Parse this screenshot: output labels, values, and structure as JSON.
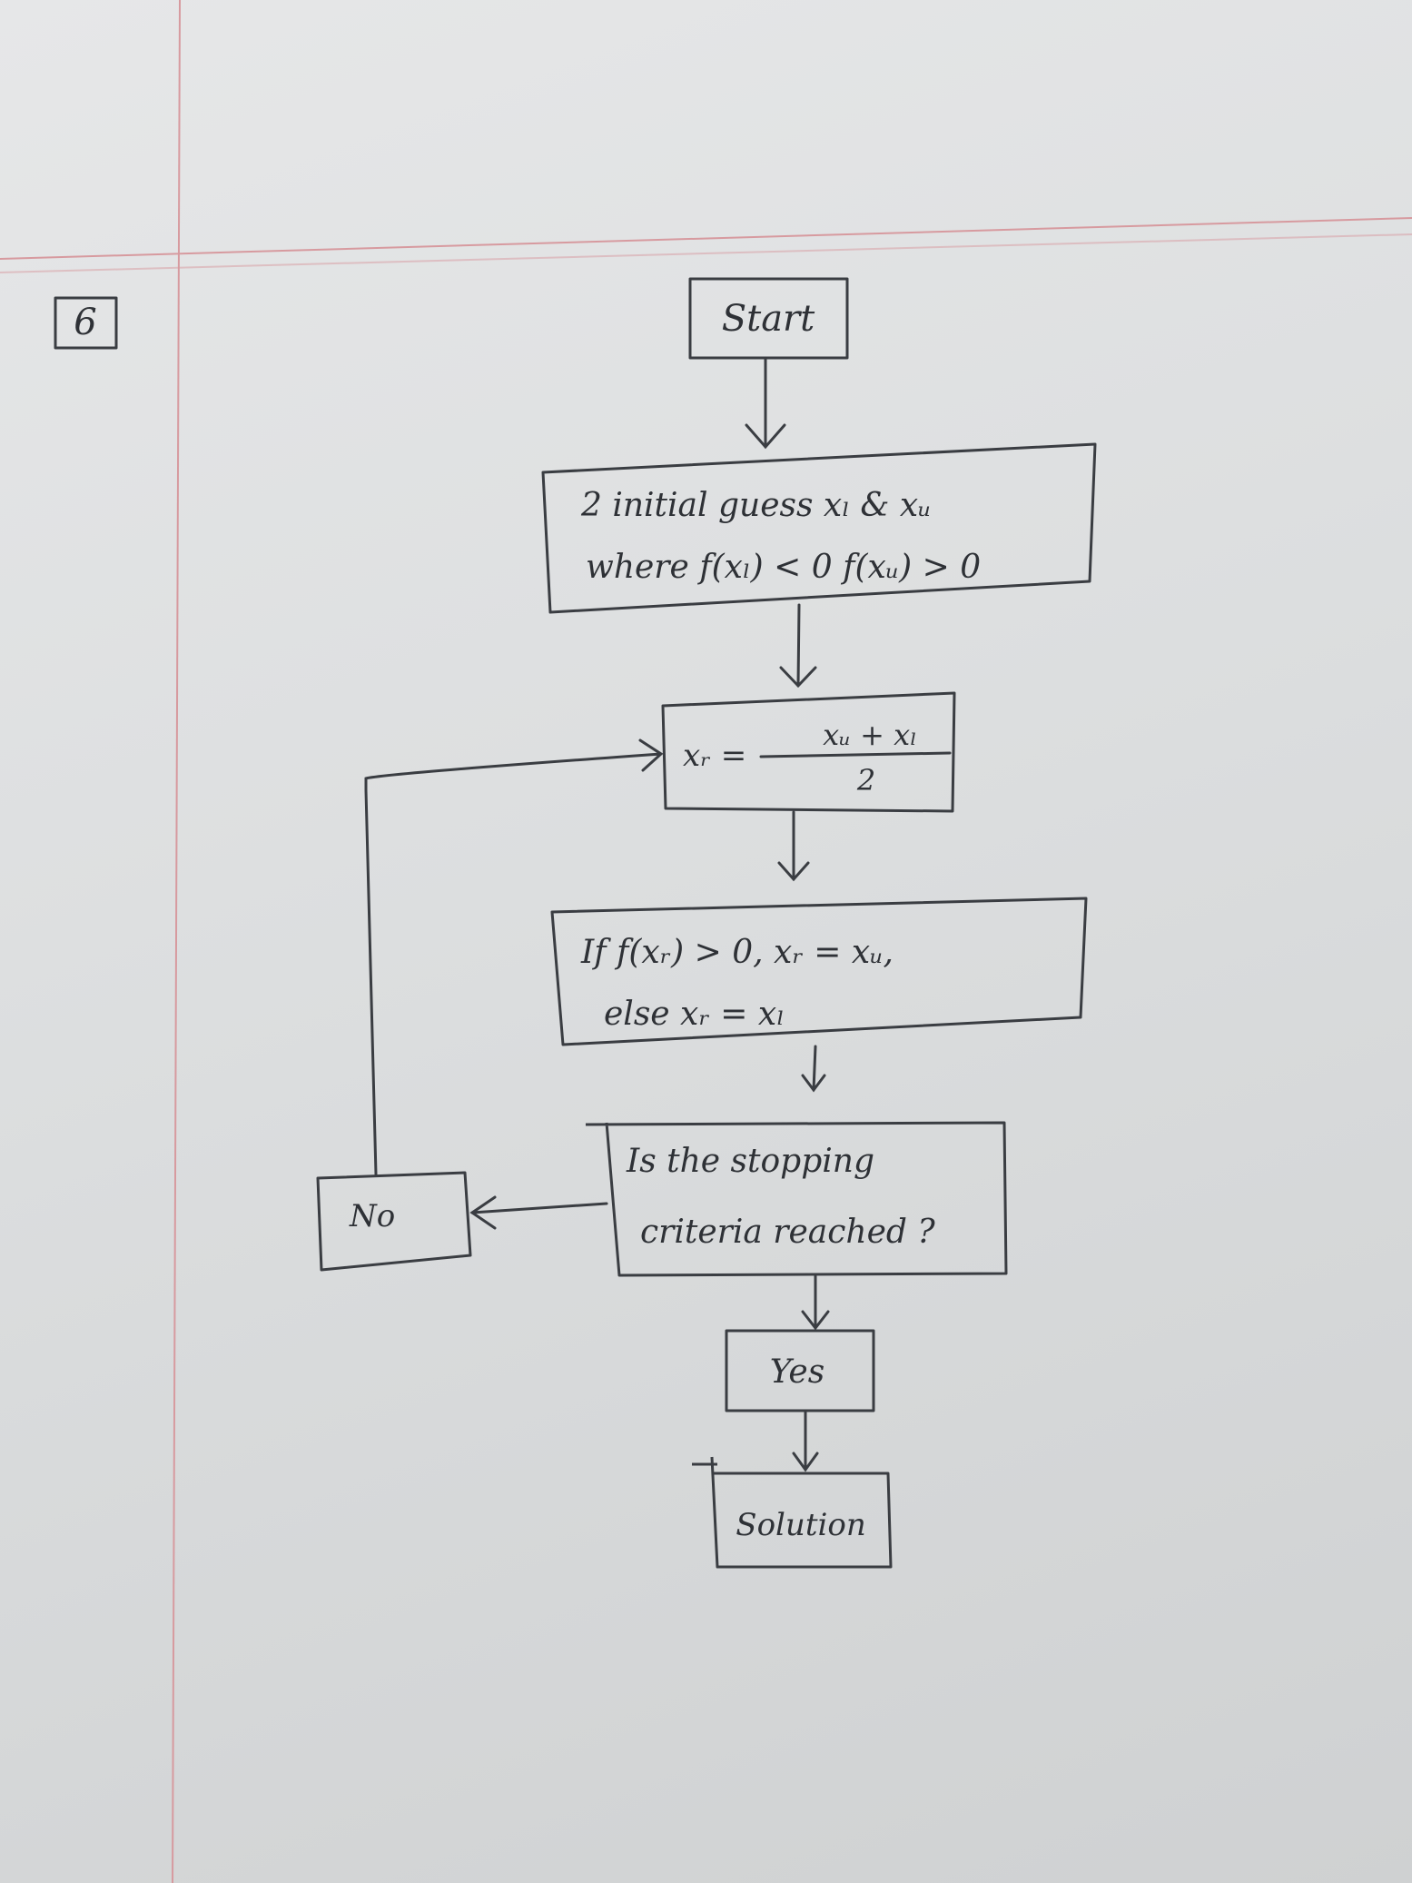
{
  "page_number": "6",
  "flowchart": {
    "start": "Start",
    "initial_guess": [
      "2 initial guess xₗ & xᵤ",
      "where f(xₗ) < 0  f(xᵤ) > 0"
    ],
    "midpoint": {
      "lhs": "xᵣ =",
      "numerator": "xᵤ + xₗ",
      "denominator": "2"
    },
    "update": [
      "If f(xᵣ) > 0, xᵣ = xᵤ,",
      "else xᵣ = xₗ"
    ],
    "decision": [
      "Is the stopping",
      "criteria reached ?"
    ],
    "no": "No",
    "yes": "Yes",
    "solution": "Solution"
  }
}
